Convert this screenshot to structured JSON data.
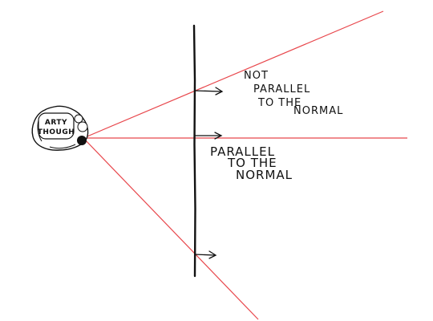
{
  "diagram": {
    "head_text": [
      "ARTY",
      "THOUGH"
    ],
    "label_not_parallel": [
      "NOT",
      "PARALLEL",
      "TO THE",
      "NORMAL"
    ],
    "label_parallel": [
      "PARALLEL",
      "TO THE",
      "NORMAL"
    ]
  },
  "colors": {
    "ray": "#e8474c",
    "ink": "#111111"
  }
}
